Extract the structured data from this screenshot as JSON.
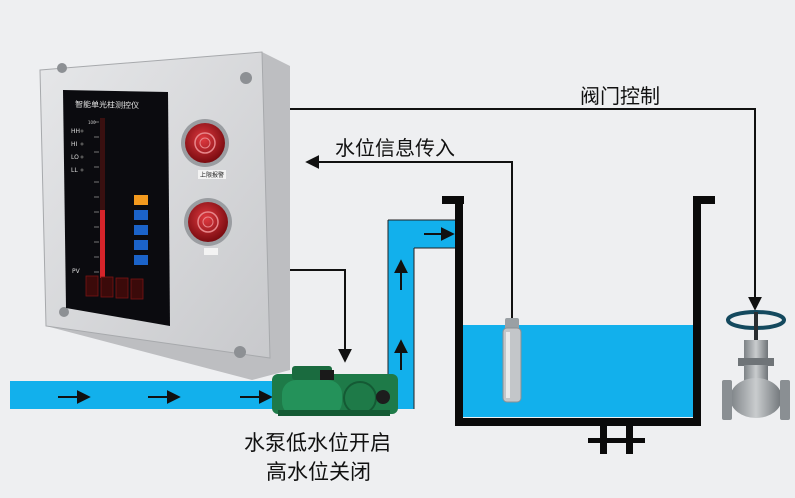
{
  "controller": {
    "title": "智能单光柱测控仪",
    "alarm_labels": [
      "HH",
      "HI",
      "LO",
      "LL"
    ],
    "scale_top": "100",
    "pv_label": "PV",
    "alarm_lamp_label": "上限报警"
  },
  "labels": {
    "valve_control": "阀门控制",
    "level_signal_in": "水位信息传入",
    "pump_rule_line1": "水泵低水位开启",
    "pump_rule_line2": "高水位关闭"
  },
  "colors": {
    "water": "#12b0ec",
    "tank_wall": "#0a0a0a",
    "panel_bg": "#d9dadc",
    "display_bg": "#0b0b0f",
    "lamp_red": "#b8141c",
    "pump_green": "#1e7a48"
  }
}
